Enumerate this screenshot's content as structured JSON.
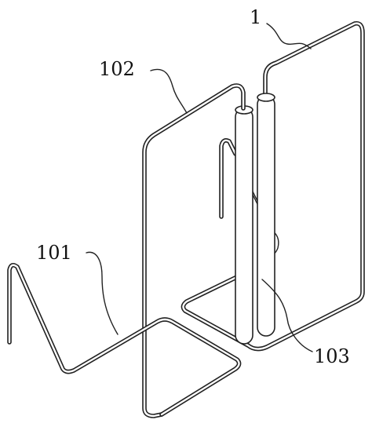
{
  "figure": {
    "labels": {
      "frame": "1",
      "front_wire": "101",
      "middle_wire": "102",
      "tube_pair": "103"
    }
  }
}
